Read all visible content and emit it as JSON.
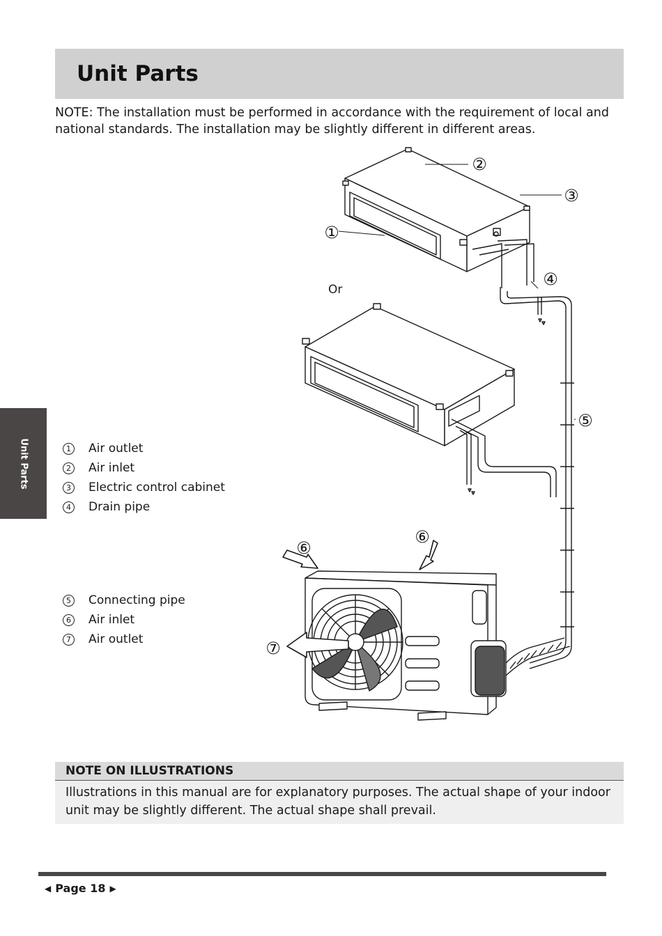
{
  "header": {
    "title": "Unit Parts"
  },
  "note": {
    "label": "NOTE:",
    "text": " The installation must be performed in accordance with the requirement of local and national standards. The installation may be slightly different in different areas."
  },
  "side_tab": {
    "label": "Unit Parts"
  },
  "diagram": {
    "or_label": "Or",
    "callouts": [
      "①",
      "②",
      "③",
      "④",
      "⑤",
      "⑥",
      "⑥",
      "⑦"
    ]
  },
  "legend_indoor": [
    {
      "num": "1",
      "label": "Air outlet"
    },
    {
      "num": "2",
      "label": "Air inlet"
    },
    {
      "num": "3",
      "label": "Electric control cabinet"
    },
    {
      "num": "4",
      "label": "Drain pipe"
    }
  ],
  "legend_outdoor": [
    {
      "num": "5",
      "label": "Connecting pipe"
    },
    {
      "num": "6",
      "label": "Air inlet"
    },
    {
      "num": "7",
      "label": "Air outlet"
    }
  ],
  "note_box": {
    "heading": "NOTE ON ILLUSTRATIONS",
    "text": "Illustrations in this manual are for explanatory purposes. The actual shape of your indoor unit may be slightly different. The actual shape shall prevail."
  },
  "footer": {
    "page_label": "Page 18"
  }
}
